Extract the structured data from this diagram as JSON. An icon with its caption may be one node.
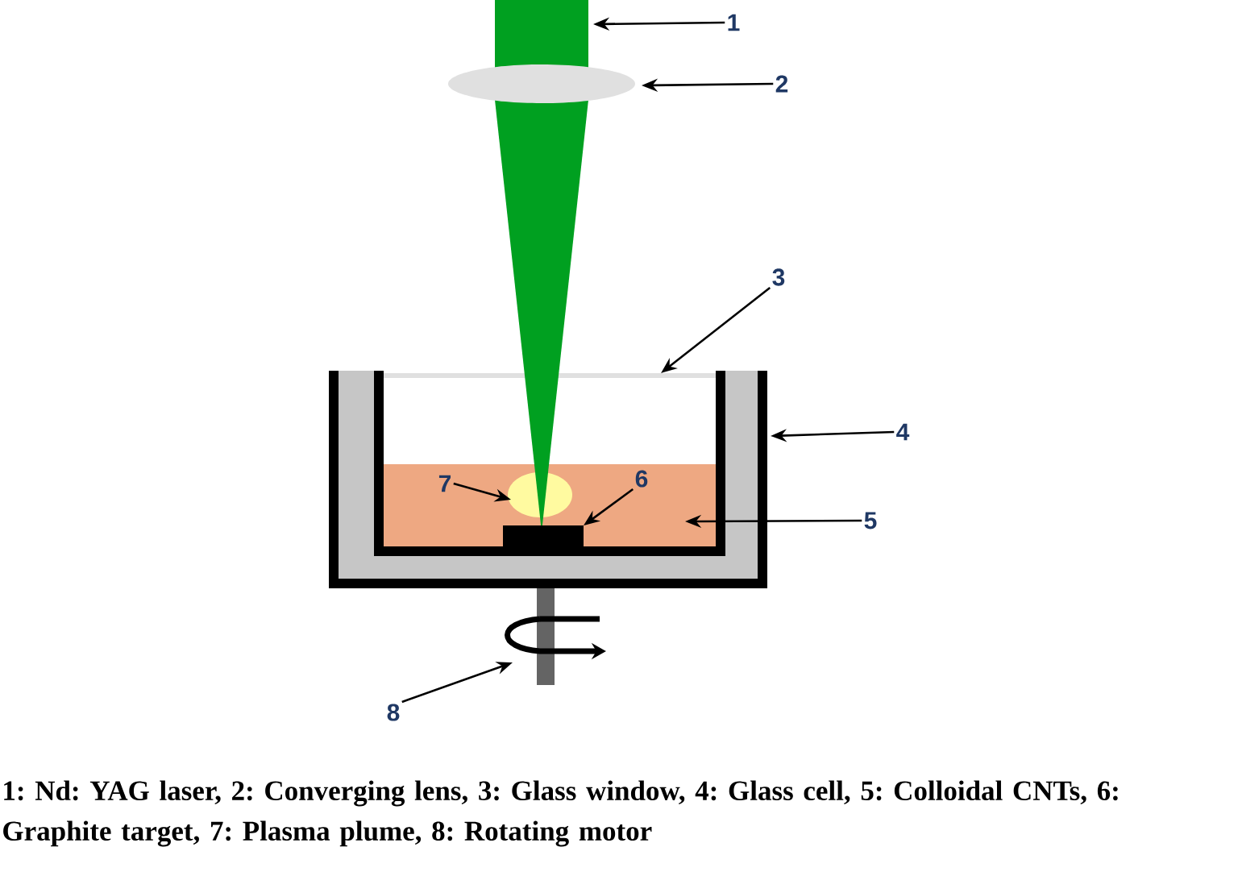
{
  "diagram": {
    "caption": "1: Nd: YAG laser, 2: Converging lens, 3: Glass window, 4: Glass cell, 5: Colloidal CNTs, 6: Graphite target, 7: Plasma plume, 8: Rotating motor",
    "nodes": [
      {
        "text": [
          "1"
        ]
      },
      {
        "text": [
          "2"
        ]
      },
      {
        "text": [
          "3"
        ]
      },
      {
        "text": [
          "4"
        ]
      },
      {
        "text": [
          "5"
        ]
      },
      {
        "text": [
          "6"
        ],
        "in": 12
      },
      {
        "text": [
          "7"
        ],
        "in": 12
      },
      {
        "text": [
          "8"
        ]
      },
      {
        "text": [],
        "shape": "beam"
      },
      {
        "text": [],
        "shape": "lens"
      },
      {
        "text": [],
        "shape": "window",
        "in": 11
      },
      {
        "text": [],
        "shape": "cell"
      },
      {
        "text": [],
        "shape": "liquid",
        "in": 11
      },
      {
        "text": [],
        "shape": "target",
        "in": 12
      },
      {
        "text": [],
        "shape": "plume"
      },
      {
        "text": [],
        "shape": "motor"
      }
    ],
    "edges": [
      {
        "from": 0,
        "to": 8,
        "arrow": "to"
      },
      {
        "from": 1,
        "to": 9,
        "arrow": "to"
      },
      {
        "from": 2,
        "to": 10,
        "arrow": "to"
      },
      {
        "from": 3,
        "to": 11,
        "arrow": "to"
      },
      {
        "from": 4,
        "to": 12,
        "arrow": "to"
      },
      {
        "from": 5,
        "to": 13,
        "arrow": "to"
      },
      {
        "from": 6,
        "to": 14,
        "arrow": "to"
      },
      {
        "from": 7,
        "to": 15,
        "arrow": "to"
      }
    ]
  }
}
